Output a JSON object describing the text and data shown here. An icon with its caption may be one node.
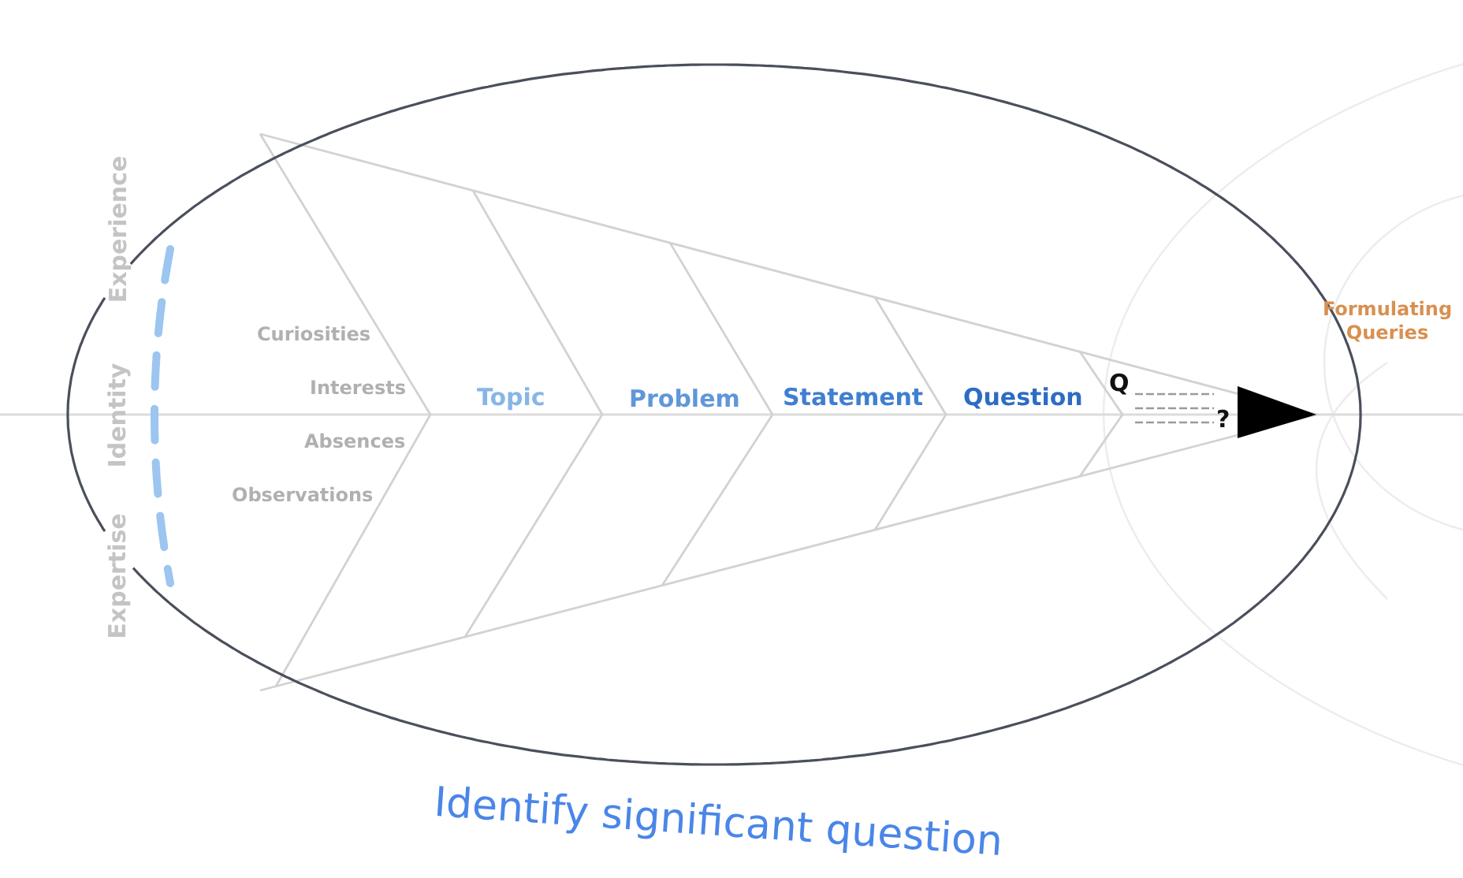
{
  "diagram": {
    "caption": "Identify significant question",
    "labels": [
      "Experience",
      "Identity",
      "Expertise",
      "Curiosities",
      "Interests",
      "Absences",
      "Observations",
      "Topic",
      "Problem",
      "Statement",
      "Question",
      "Q",
      "?",
      "Formulating Queries"
    ]
  }
}
